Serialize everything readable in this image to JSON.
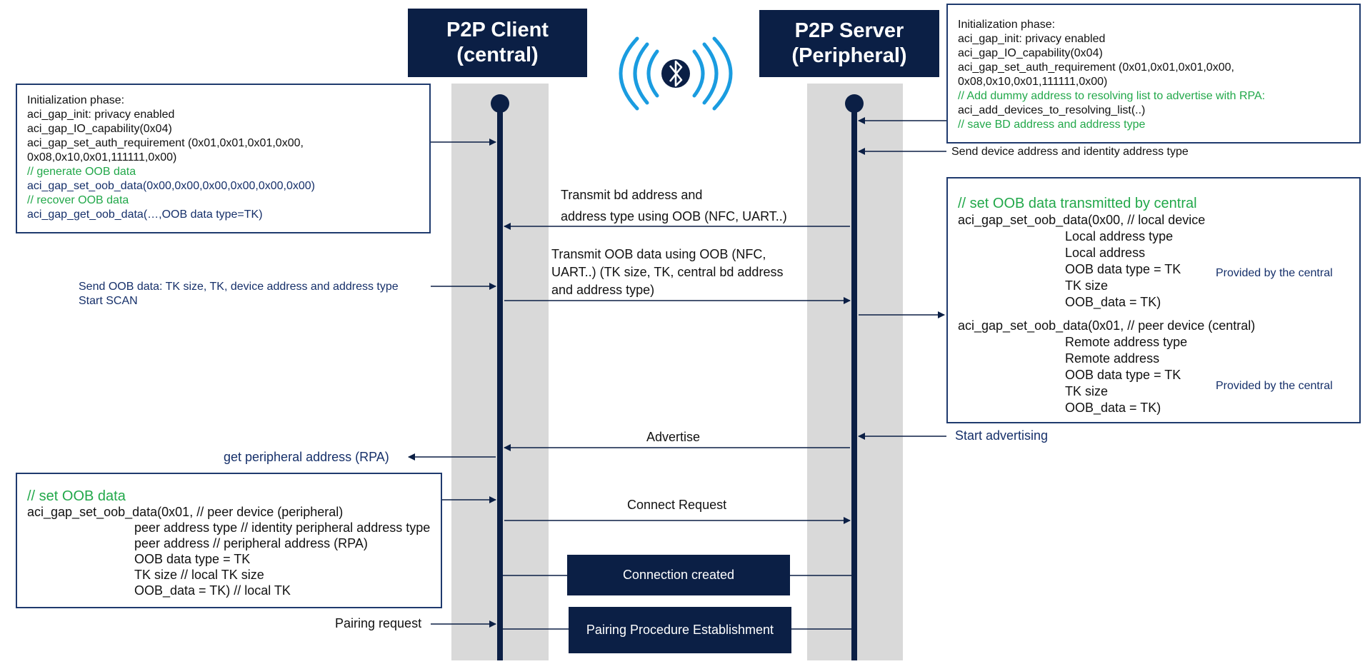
{
  "headers": {
    "client": "P2P Client\n(central)",
    "server": "P2P Server\n(Peripheral)"
  },
  "colors": {
    "navy": "#0b1f45",
    "green": "#22a84a",
    "bluetooth": "#1a9ce0",
    "lane": "#d9d9d9"
  },
  "client_init": {
    "title": "Initialization phase:",
    "lines": [
      "aci_gap_init: privacy enabled",
      "aci_gap_IO_capability(0x04)",
      "aci_gap_set_auth_requirement (0x01,0x01,0x01,0x00,",
      "0x08,0x10,0x01,111111,0x00)"
    ],
    "comment1": "// generate OOB data",
    "call1": "aci_gap_set_oob_data(0x00,0x00,0x00,0x00,0x00,0x00)",
    "comment2": "// recover OOB data",
    "call2": "aci_gap_get_oob_data(…,OOB data type=TK)"
  },
  "server_init": {
    "title": "Initialization phase:",
    "lines": [
      "aci_gap_init: privacy enabled",
      "aci_gap_IO_capability(0x04)",
      "aci_gap_set_auth_requirement (0x01,0x01,0x01,0x00,",
      "0x08,0x10,0x01,111111,0x00)"
    ],
    "comment1": "// Add dummy address to resolving list to advertise with RPA:",
    "call1": "aci_add_devices_to_resolving_list(..)",
    "comment2": "// save BD address and address type"
  },
  "server_send_address": "Send device address and identity address type",
  "msg_transmit_bd": "Transmit bd address and\naddress type using OOB (NFC, UART..)",
  "msg_transmit_oob": "Transmit OOB data using OOB (NFC,\nUART..) (TK size, TK, central bd address\nand address type)",
  "client_send_oob": "Send OOB data: TK size, TK, device address and address type\nStart SCAN",
  "server_oob": {
    "title": "// set OOB data transmitted by central",
    "call1": "aci_gap_set_oob_data(0x00, // local device",
    "params1": [
      "Local address type",
      "Local address",
      "OOB data type = TK",
      "TK size",
      "OOB_data = TK)"
    ],
    "provided1": "Provided by the central",
    "call2": "aci_gap_set_oob_data(0x01, // peer device (central)",
    "params2": [
      "Remote address type",
      "Remote address",
      "OOB data type = TK",
      "TK size",
      "OOB_data = TK)"
    ],
    "provided2": "Provided by the central"
  },
  "msg_advertise": "Advertise",
  "start_advertising": "Start advertising",
  "get_peripheral_address": "get peripheral address (RPA)",
  "client_oob": {
    "title": "// set OOB data",
    "call": "aci_gap_set_oob_data(0x01, // peer device (peripheral)",
    "params": [
      "peer address type // identity peripheral address type",
      "peer address // peripheral address (RPA)",
      "OOB data type = TK",
      "TK size // local TK size",
      "OOB_data = TK) // local TK"
    ]
  },
  "msg_connect": "Connect Request",
  "connection_created": "Connection created",
  "pairing_request": "Pairing request",
  "pairing_procedure": "Pairing Procedure Establishment"
}
